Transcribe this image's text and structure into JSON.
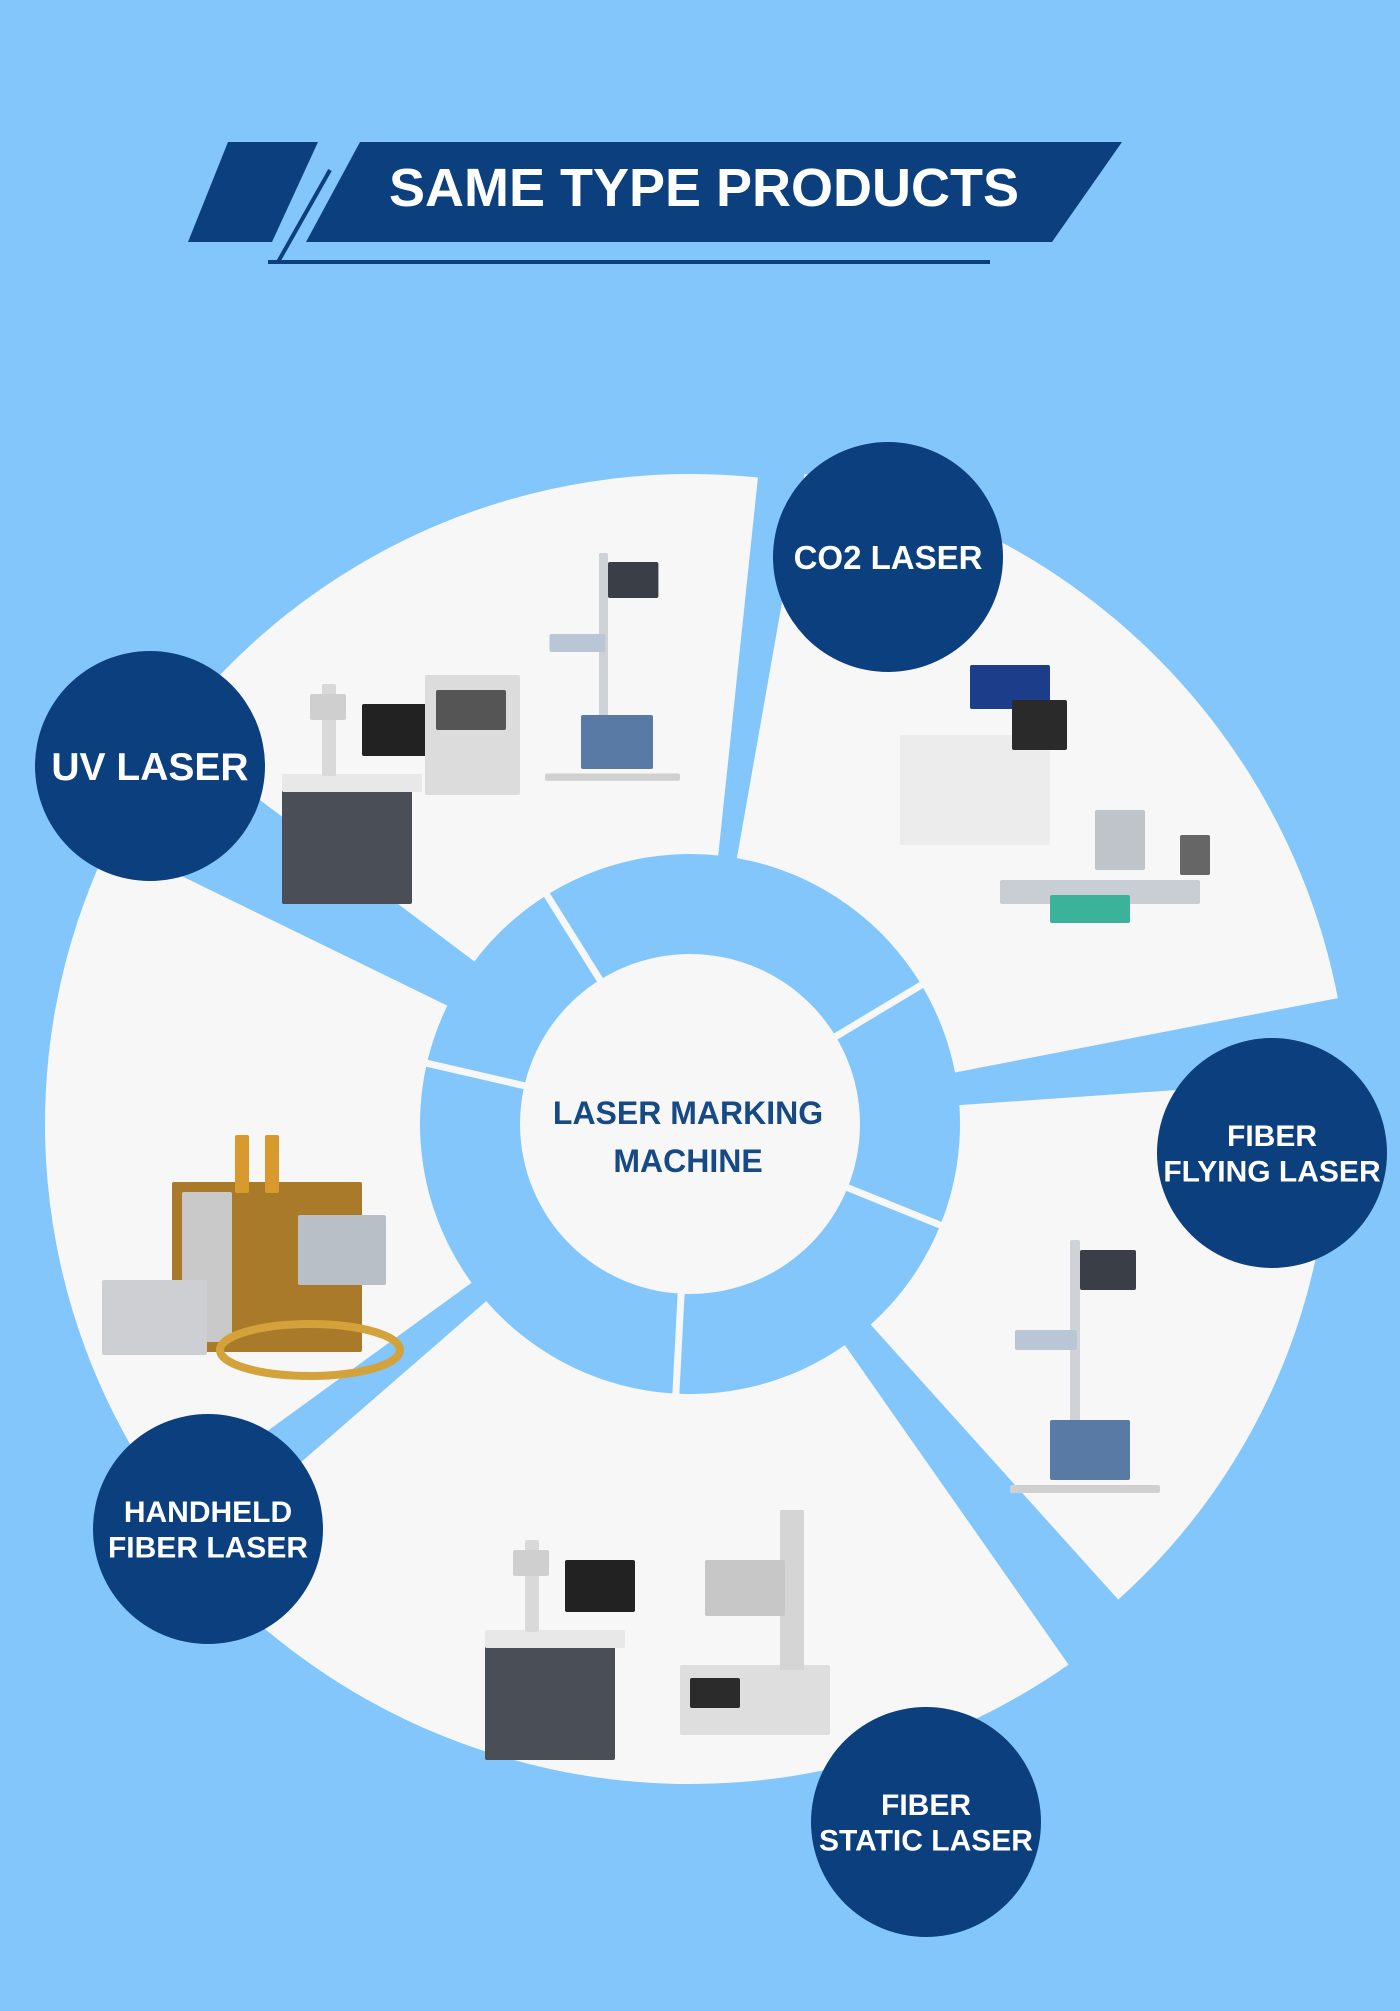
{
  "header": {
    "title": "SAME TYPE PRODUCTS"
  },
  "center": {
    "line1": "LASER MARKING",
    "line2": "MACHINE"
  },
  "categories": [
    {
      "key": "uv",
      "lines": [
        "UV LASER"
      ]
    },
    {
      "key": "co2",
      "lines": [
        "CO2 LASER"
      ]
    },
    {
      "key": "fiber-flying",
      "lines": [
        "FIBER",
        "FLYING LASER"
      ]
    },
    {
      "key": "fiber-static",
      "lines": [
        "FIBER",
        "STATIC LASER"
      ]
    },
    {
      "key": "handheld-fiber",
      "lines": [
        "HANDHELD",
        "FIBER LASER"
      ]
    }
  ],
  "colors": {
    "background": "#82c6fc",
    "navy": "#0c3f7e",
    "panel": "#f7f7f7",
    "center_text": "#174a85",
    "white": "#ffffff"
  }
}
